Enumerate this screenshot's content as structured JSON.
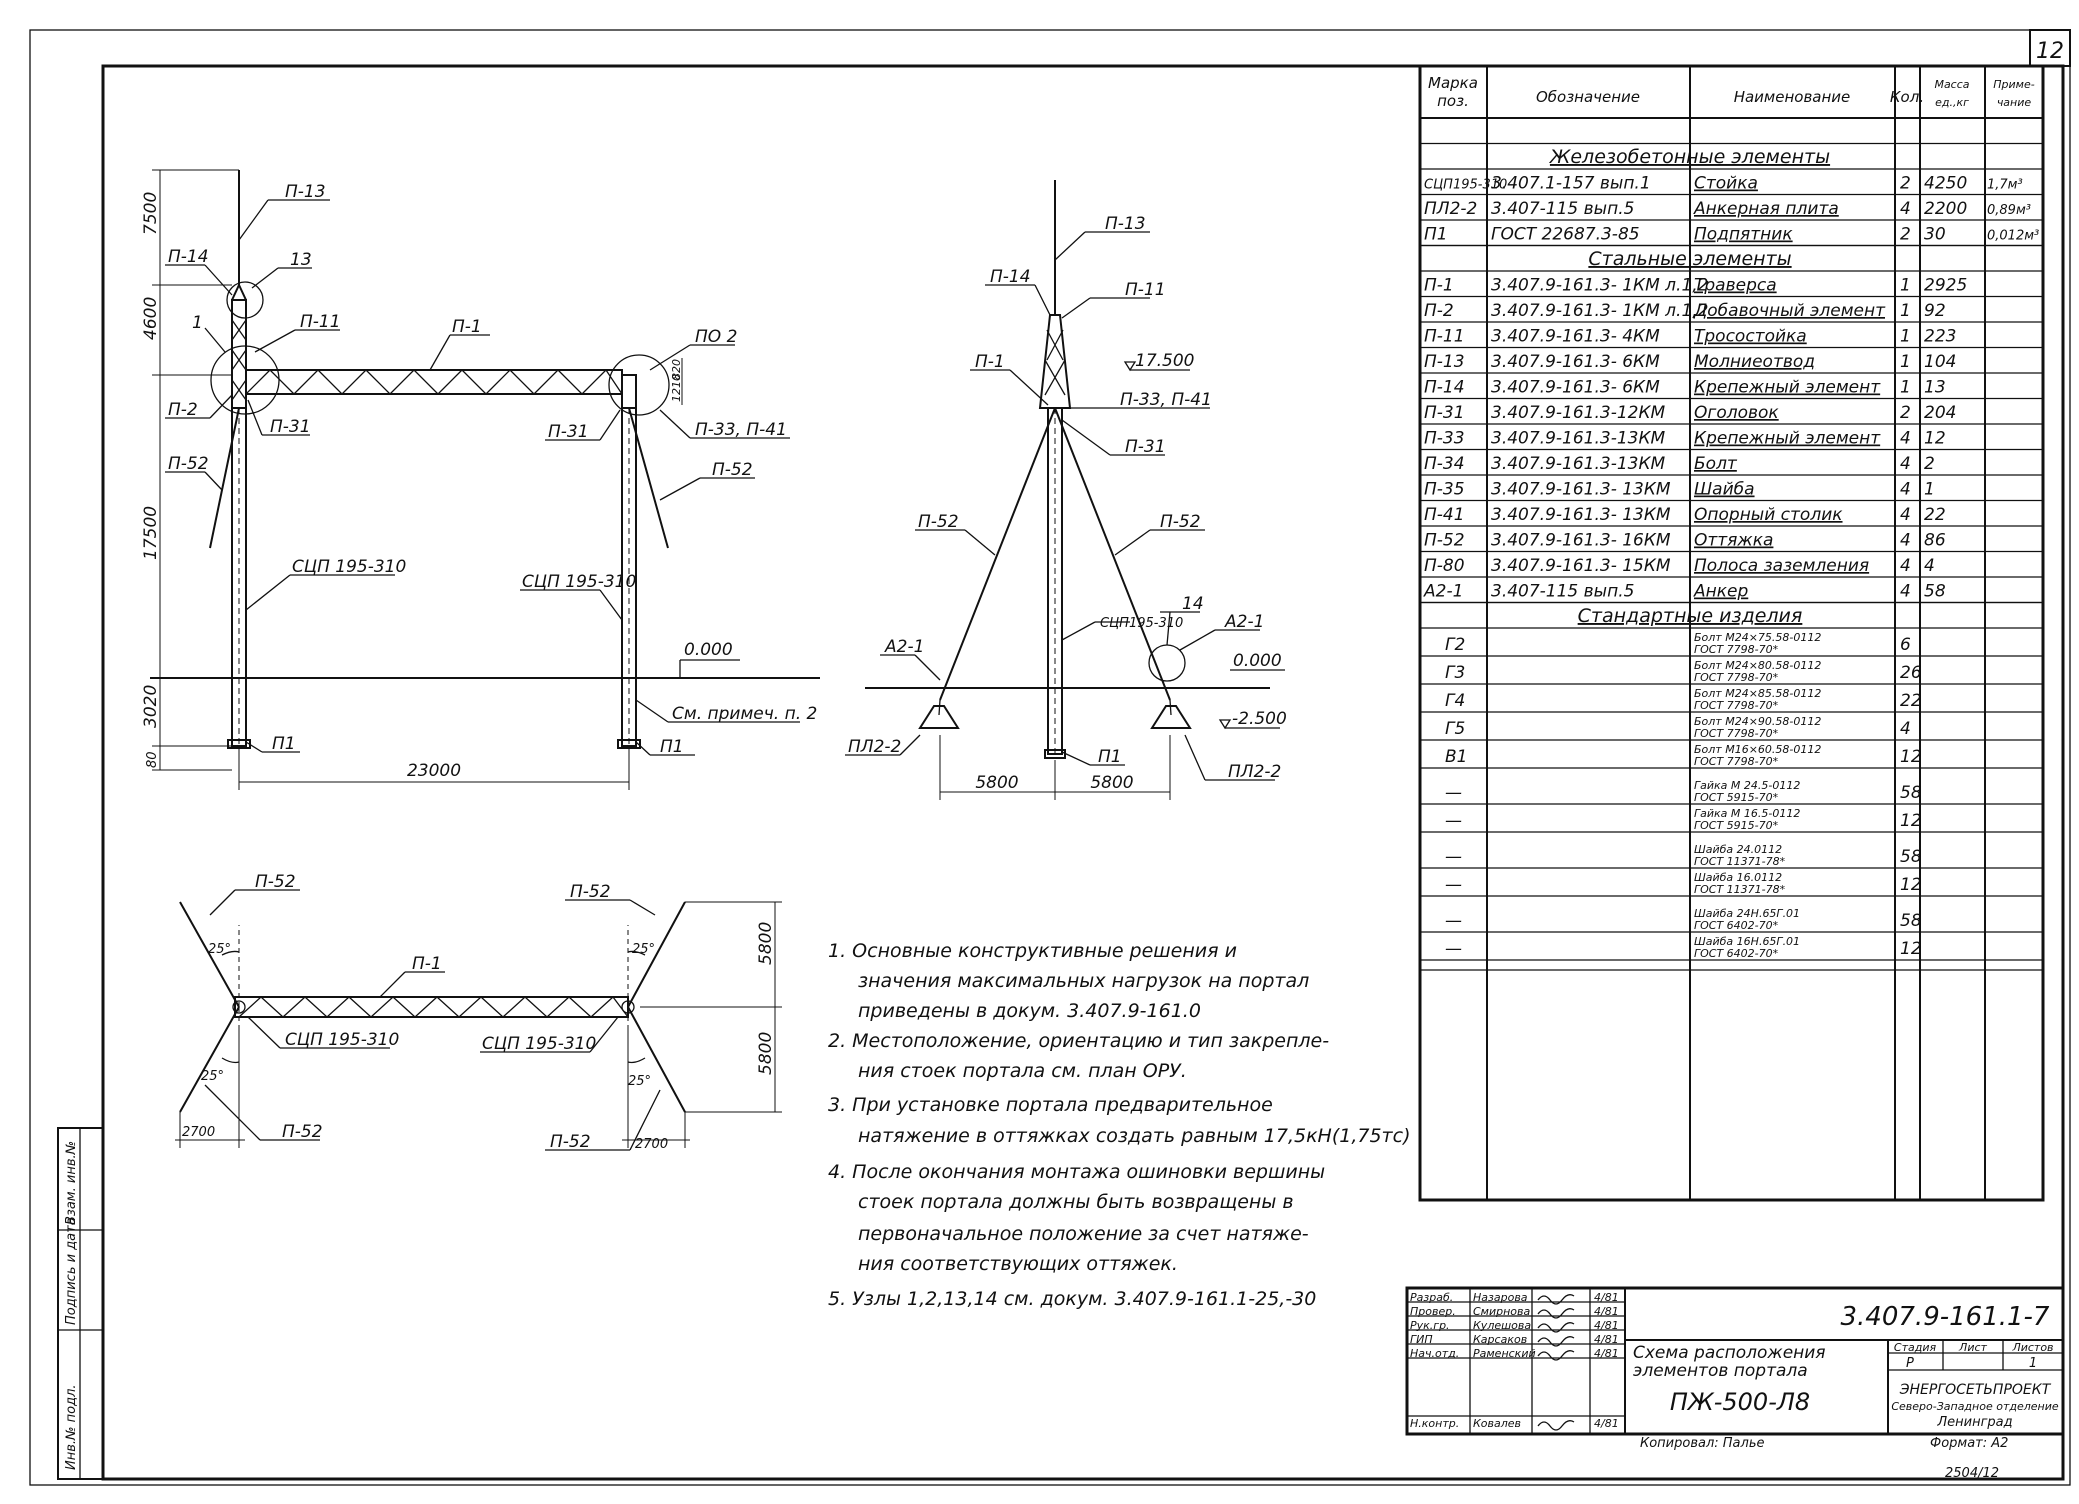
{
  "sheet": {
    "number": "12",
    "side_stamp": [
      "Инв.№ подл.",
      "Подпись и дата",
      "Взам. инв.№"
    ]
  },
  "drawings": {
    "front_view": {
      "labels": [
        "П-13",
        "П-14",
        "13",
        "1",
        "П-11",
        "П-1",
        "ПО 2",
        "П-2",
        "П-31",
        "П-31",
        "П-33, П-41",
        "П-52",
        "П-52",
        "СЦП 195-310",
        "СЦП 195-310",
        "0.000",
        "См. примеч. п. 2",
        "П1",
        "П1"
      ],
      "dims": [
        "7500",
        "4600",
        "17500",
        "3020",
        "80",
        "23000",
        "820",
        "1210"
      ]
    },
    "side_view": {
      "labels": [
        "П-13",
        "П-14",
        "П-11",
        "П-1",
        "17.500",
        "П-33, П-41",
        "П-31",
        "П-52",
        "П-52",
        "СЦП195-310",
        "14",
        "А2-1",
        "А2-1",
        "0.000",
        "-2.500",
        "ПЛ2-2",
        "ПЛ2-2",
        "П1"
      ],
      "dims": [
        "5800",
        "5800"
      ]
    },
    "plan_view": {
      "labels": [
        "П-52",
        "П-52",
        "П-1",
        "СЦП 195-310",
        "СЦП 195-310",
        "П-52",
        "П-52"
      ],
      "angles": [
        "25°",
        "25°",
        "25°",
        "25°"
      ],
      "dims": [
        "5800",
        "5800",
        "2700",
        "2700"
      ]
    }
  },
  "notes": [
    "1. Основные конструктивные решения и",
    "значения максимальных нагрузок на портал",
    "приведены в докум. 3.407.9-161.0",
    "2. Местоположение, ориентацию и тип закрепле-",
    "ния стоек портала см. план ОРУ.",
    "3. При установке портала предварительное",
    "натяжение в оттяжках создать равным 17,5кН(1,75тс)",
    "4. После окончания монтажа ошиновки вершины",
    "стоек портала должны быть возвращены в",
    "первоначальное положение за счет натяже-",
    "ния соответствующих оттяжек.",
    "5. Узлы 1,2,13,14 см. докум. 3.407.9-161.1-25,-30"
  ],
  "spec_table": {
    "headers": [
      "Марка поз.",
      "Обозначение",
      "Наименование",
      "Кол.",
      "Масса ед.,кг",
      "Приме- чание"
    ],
    "sections": [
      {
        "title": "Железобетонные элементы",
        "rows": [
          [
            "СЦП195-310",
            "3.407.1-157 вып.1",
            "Стойка",
            "2",
            "4250",
            "1,7м³"
          ],
          [
            "ПЛ2-2",
            "3.407-115 вып.5",
            "Анкерная плита",
            "4",
            "2200",
            "0,89м³"
          ],
          [
            "П1",
            "ГОСТ 22687.3-85",
            "Подпятник",
            "2",
            "30",
            "0,012м³"
          ]
        ]
      },
      {
        "title": "Стальные элементы",
        "rows": [
          [
            "П-1",
            "3.407.9-161.3- 1КМ л.1,2",
            "Траверса",
            "1",
            "2925",
            ""
          ],
          [
            "П-2",
            "3.407.9-161.3- 1КМ л.1,2",
            "Добавочный элемент",
            "1",
            "92",
            ""
          ],
          [
            "П-11",
            "3.407.9-161.3- 4КМ",
            "Тросостойка",
            "1",
            "223",
            ""
          ],
          [
            "П-13",
            "3.407.9-161.3- 6КМ",
            "Молниеотвод",
            "1",
            "104",
            ""
          ],
          [
            "П-14",
            "3.407.9-161.3- 6КМ",
            "Крепежный элемент",
            "1",
            "13",
            ""
          ],
          [
            "П-31",
            "3.407.9-161.3-12КМ",
            "Оголовок",
            "2",
            "204",
            ""
          ],
          [
            "П-33",
            "3.407.9-161.3-13КМ",
            "Крепежный элемент",
            "4",
            "12",
            ""
          ],
          [
            "П-34",
            "3.407.9-161.3-13КМ",
            "Болт",
            "4",
            "2",
            ""
          ],
          [
            "П-35",
            "3.407.9-161.3- 13КМ",
            "Шайба",
            "4",
            "1",
            ""
          ],
          [
            "П-41",
            "3.407.9-161.3- 13КМ",
            "Опорный столик",
            "4",
            "22",
            ""
          ],
          [
            "П-52",
            "3.407.9-161.3- 16КМ",
            "Оттяжка",
            "4",
            "86",
            ""
          ],
          [
            "П-80",
            "3.407.9-161.3- 15КМ",
            "Полоса заземления",
            "4",
            "4",
            ""
          ],
          [
            "А2-1",
            "3.407-115 вып.5",
            "Анкер",
            "4",
            "58",
            ""
          ]
        ]
      },
      {
        "title": "Стандартные изделия",
        "rows": [
          [
            "Г2",
            "",
            "Болт М24×75.58-0112 ГОСТ 7798-70*",
            "6",
            "",
            ""
          ],
          [
            "Г3",
            "",
            "Болт М24×80.58-0112 ГОСТ 7798-70*",
            "26",
            "",
            ""
          ],
          [
            "Г4",
            "",
            "Болт М24×85.58-0112 ГОСТ 7798-70*",
            "22",
            "",
            ""
          ],
          [
            "Г5",
            "",
            "Болт М24×90.58-0112 ГОСТ 7798-70*",
            "4",
            "",
            ""
          ],
          [
            "В1",
            "",
            "Болт М16×60.58-0112 ГОСТ 7798-70*",
            "12",
            "",
            ""
          ],
          [
            "—",
            "",
            "Гайка М 24.5-0112 ГОСТ 5915-70*",
            "58",
            "",
            ""
          ],
          [
            "—",
            "",
            "Гайка М 16.5-0112 ГОСТ 5915-70*",
            "12",
            "",
            ""
          ],
          [
            "—",
            "",
            "Шайба 24.0112 ГОСТ 11371-78*",
            "58",
            "",
            ""
          ],
          [
            "—",
            "",
            "Шайба 16.0112 ГОСТ 11371-78*",
            "12",
            "",
            ""
          ],
          [
            "—",
            "",
            "Шайба 24Н.65Г.01 ГОСТ 6402-70*",
            "58",
            "",
            ""
          ],
          [
            "—",
            "",
            "Шайба 16Н.65Г.01 ГОСТ 6402-70*",
            "12",
            "",
            ""
          ]
        ]
      }
    ]
  },
  "title_block": {
    "doc_code": "3.407.9-161.1-7",
    "signers": [
      [
        "Разраб.",
        "Назарова",
        "4/81"
      ],
      [
        "Провер.",
        "Смирнова",
        "4/81"
      ],
      [
        "Рук.гр.",
        "Кулешова",
        "4/81"
      ],
      [
        "ГИП",
        "Карсаков",
        "4/81"
      ],
      [
        "Нач.отд.",
        "Раменский",
        "4/81"
      ],
      [
        "Н.контр.",
        "Ковалев",
        "4/81"
      ]
    ],
    "title_line1": "Схема расположения",
    "title_line2": "элементов портала",
    "title_line3": "ПЖ-500-Л8",
    "stage_label": "Стадия",
    "sheet_label": "Лист",
    "sheets_label": "Листов",
    "stage": "Р",
    "sheet": "",
    "sheets": "1",
    "org1": "ЭНЕРГОСЕТЬПРОЕКТ",
    "org2": "Северо-Западное отделение",
    "org3": "Ленинград",
    "copied": "Копировал: Палье",
    "format": "Формат: А2",
    "archive": "2504/12"
  }
}
